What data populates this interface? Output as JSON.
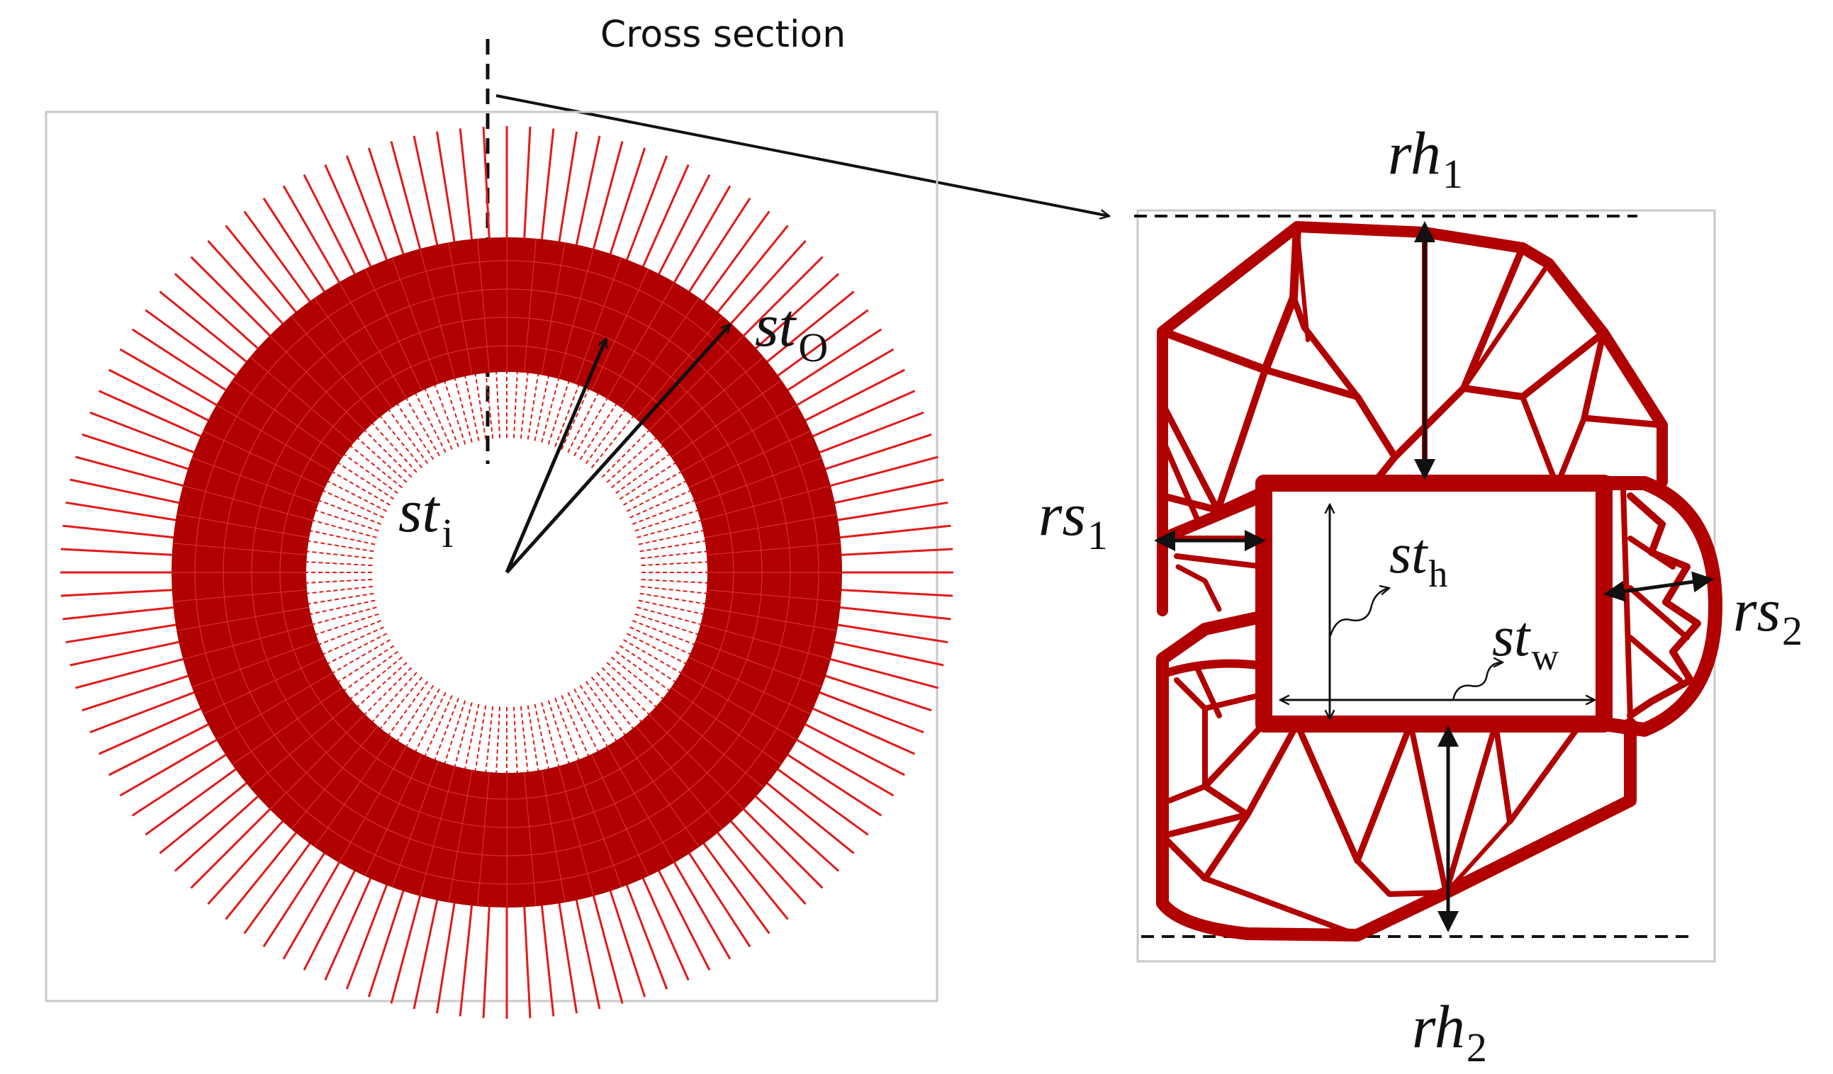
{
  "caption": "Cross section",
  "left_panel": {
    "labels": {
      "inner_radius": "st",
      "inner_radius_sub": "i",
      "outer_radius": "st",
      "outer_radius_sub": "O"
    }
  },
  "right_panel": {
    "labels": {
      "rh1": "rh",
      "rh1_sub": "1",
      "rh2": "rh",
      "rh2_sub": "2",
      "rs1": "rs",
      "rs1_sub": "1",
      "rs2": "rs",
      "rs2_sub": "2",
      "sth": "st",
      "sth_sub": "h",
      "stw": "st",
      "stw_sub": "w"
    }
  },
  "colors": {
    "structure": "#b10000",
    "spokes": "#e21a1a",
    "annotation": "#111111",
    "frame": "#c8c8c8"
  }
}
